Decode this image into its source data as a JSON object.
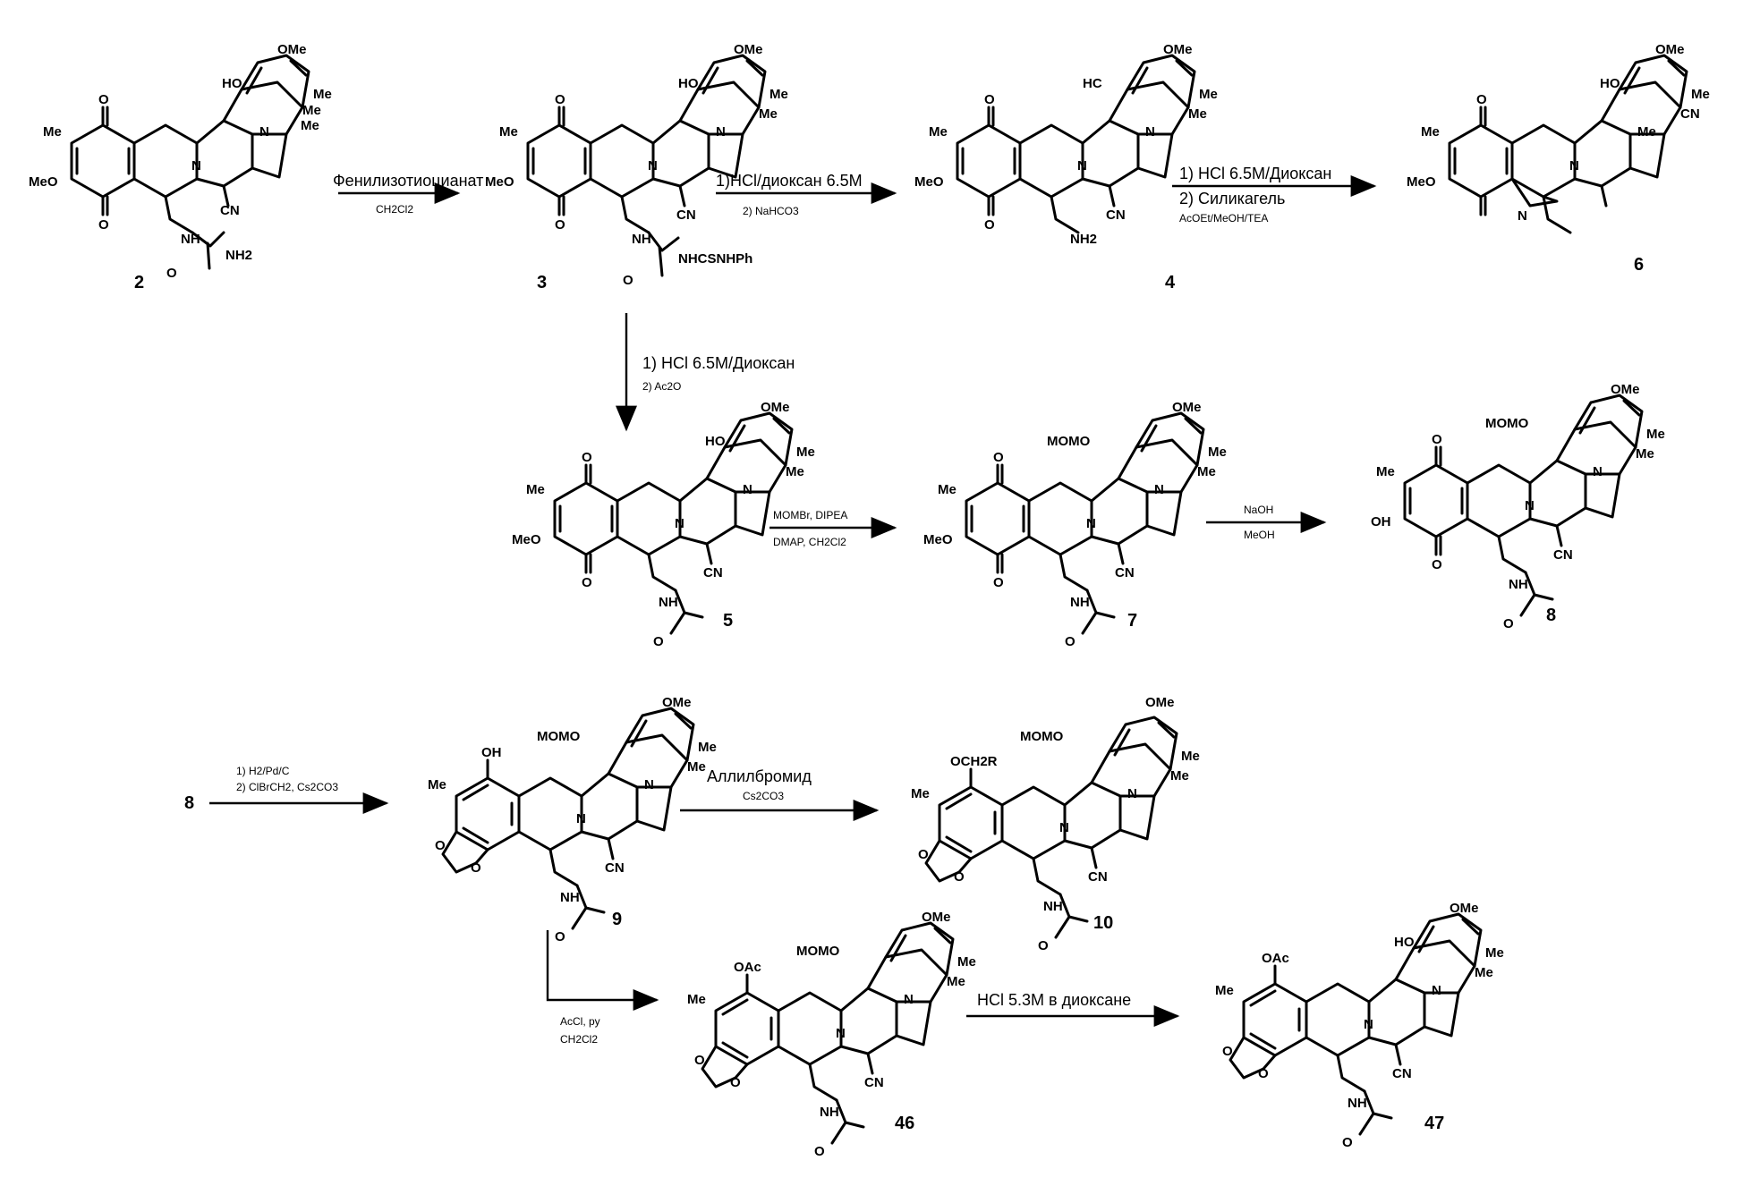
{
  "compounds": [
    {
      "id": "c2",
      "number": "2",
      "labels": [
        "OMe",
        "HO",
        "Me",
        "Me",
        "Me",
        "O",
        "MeO",
        "O",
        "N",
        "N",
        "Me",
        "CN",
        "NH",
        "O",
        "NH2"
      ]
    },
    {
      "id": "c3",
      "number": "3",
      "labels": [
        "OMe",
        "HO",
        "Me",
        "Me",
        "O",
        "MeO",
        "O",
        "N",
        "N",
        "Me",
        "CN",
        "NH",
        "O",
        "NHCSNHPh"
      ]
    },
    {
      "id": "c4",
      "number": "4",
      "labels": [
        "OMe",
        "HC",
        "Me",
        "Me",
        "O",
        "MeO",
        "O",
        "N",
        "N",
        "Me",
        "CN",
        "NH2"
      ]
    },
    {
      "id": "c6",
      "number": "6",
      "labels": [
        "OMe",
        "HO",
        "Me",
        "Me",
        "O",
        "MeO",
        "N",
        "N",
        "Me",
        "CN"
      ]
    },
    {
      "id": "c5",
      "number": "5",
      "labels": [
        "OMe",
        "HO",
        "Me",
        "Me",
        "O",
        "MeO",
        "O",
        "N",
        "N",
        "Me",
        "CN",
        "NH",
        "O"
      ]
    },
    {
      "id": "c7",
      "number": "7",
      "labels": [
        "OMe",
        "MOMO",
        "Me",
        "Me",
        "O",
        "MeO",
        "O",
        "N",
        "N",
        "Me",
        "CN",
        "NH",
        "O"
      ]
    },
    {
      "id": "c8",
      "number": "8",
      "labels": [
        "OMe",
        "MOMO",
        "Me",
        "Me",
        "O",
        "OH",
        "O",
        "N",
        "N",
        "Me",
        "CN",
        "NH",
        "O"
      ]
    },
    {
      "id": "c9",
      "number": "9",
      "labels": [
        "OMe",
        "MOMO",
        "OH",
        "Me",
        "Me",
        "O",
        "O",
        "N",
        "N",
        "Me",
        "CN",
        "NH",
        "O"
      ]
    },
    {
      "id": "c10",
      "number": "10",
      "labels": [
        "OMe",
        "MOMO",
        "OCH2R",
        "Me",
        "Me",
        "O",
        "O",
        "N",
        "N",
        "Me",
        "CN",
        "NH",
        "O"
      ]
    },
    {
      "id": "c46",
      "number": "46",
      "labels": [
        "OMe",
        "MOMO",
        "OAc",
        "Me",
        "Me",
        "O",
        "O",
        "N",
        "N",
        "Me",
        "CN",
        "NH",
        "O"
      ]
    },
    {
      "id": "c47",
      "number": "47",
      "labels": [
        "OMe",
        "HO",
        "OAc",
        "Me",
        "Me",
        "O",
        "O",
        "N",
        "N",
        "Me",
        "CN",
        "NH",
        "O"
      ]
    }
  ],
  "arrows": [
    {
      "id": "a2to3",
      "above": [
        "Фенилизотиоцианат"
      ],
      "below": [
        "CH2Cl2"
      ]
    },
    {
      "id": "a3to4",
      "above": [
        "1)HCl/диоксан 6.5M"
      ],
      "below": [
        "2) NaHCO3"
      ]
    },
    {
      "id": "a4to6",
      "above": [
        "1) HCl 6.5M/Диоксан"
      ],
      "below": [
        "2) Силикагель",
        "AcOEt/MeOH/TEA"
      ]
    },
    {
      "id": "a3to5",
      "side": [
        "1) HCl 6.5M/Диоксан",
        "2) Ac2O"
      ]
    },
    {
      "id": "a5to7",
      "above": [
        "MOMBr, DIPEA"
      ],
      "below": [
        "DMAP, CH2Cl2"
      ]
    },
    {
      "id": "a7to8",
      "above": [
        "NaOH"
      ],
      "below": [
        "MeOH"
      ]
    },
    {
      "id": "a8to9",
      "start": "8",
      "above": [
        "1) H2/Pd/C",
        "2) ClBrCH2, Cs2CO3"
      ]
    },
    {
      "id": "a9to10",
      "above": [
        "Аллилбромид"
      ],
      "below": [
        "Cs2CO3"
      ]
    },
    {
      "id": "a9to46",
      "side": [
        "AcCl, py",
        "CH2Cl2"
      ]
    },
    {
      "id": "a46to47",
      "above": [
        "HCl 5.3M в диоксане"
      ]
    }
  ]
}
